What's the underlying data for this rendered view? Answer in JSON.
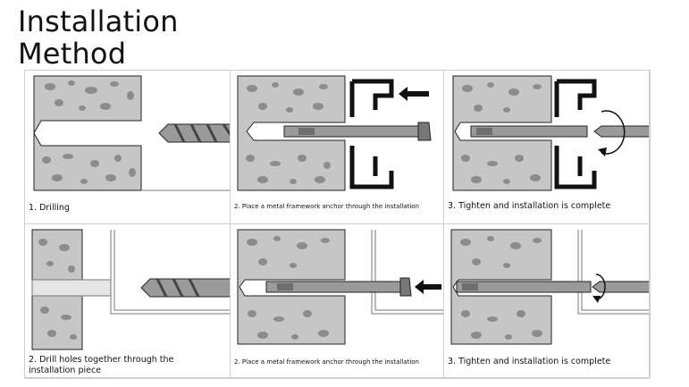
{
  "title": {
    "line1": "Installation",
    "line2": "Method"
  },
  "steps": [
    {
      "caption": "1. Drilling"
    },
    {
      "caption": "2. Place a metal framework anchor through the installation"
    },
    {
      "caption": "3. Tighten and installation is complete"
    },
    {
      "caption": "2. Drill holes together through the installation piece"
    },
    {
      "caption": "2. Place a metal framework anchor through the installation"
    },
    {
      "caption": "3. Tighten and installation is complete"
    }
  ],
  "colors": {
    "concrete": "#c6c6c6",
    "aggregate": "#8c8c8c",
    "metal": "#909090",
    "outline": "#222222",
    "frame": "#111111"
  }
}
